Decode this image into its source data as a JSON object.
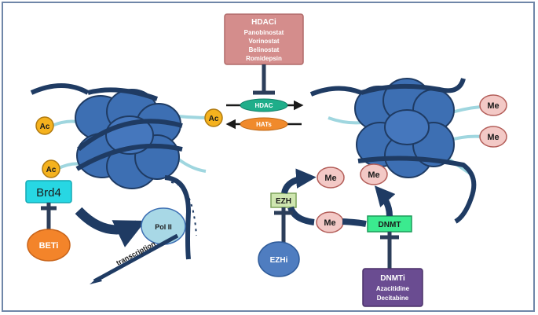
{
  "hdaci": {
    "title": "HDACi",
    "drugs": [
      "Panobinostat",
      "Vorinostat",
      "Belinostat",
      "Romidepsin"
    ]
  },
  "center": {
    "hdac": "HDAC",
    "hats": "HATs"
  },
  "left": {
    "ac": "Ac",
    "brd4": "Brd4",
    "beti": "BETi",
    "pol": "Pol II",
    "transcription": "transcription"
  },
  "right": {
    "me": "Me",
    "ezh": "EZH",
    "ezhi": "EZHi",
    "dnmt": "DNMT",
    "dnmti_title": "DNMTi",
    "dnmti_drugs": [
      "Azacitidine",
      "Decitabine"
    ]
  },
  "colors": {
    "histone": "#3d6fb3",
    "dna": "#1f3b63",
    "tail": "#9fd6df",
    "ac": "#f5b21e",
    "me": "#f3c9c6",
    "hdaci": "#d48d8c",
    "hdac": "#1fae8a",
    "hats": "#f08a2c",
    "brd4": "#27d7e3",
    "beti": "#f3842a",
    "pol": "#a8d8e6",
    "ezh": "#cfe6b0",
    "ezhi": "#4f7dc0",
    "dnmt": "#3bea8f",
    "dnmti": "#6a4c91"
  }
}
